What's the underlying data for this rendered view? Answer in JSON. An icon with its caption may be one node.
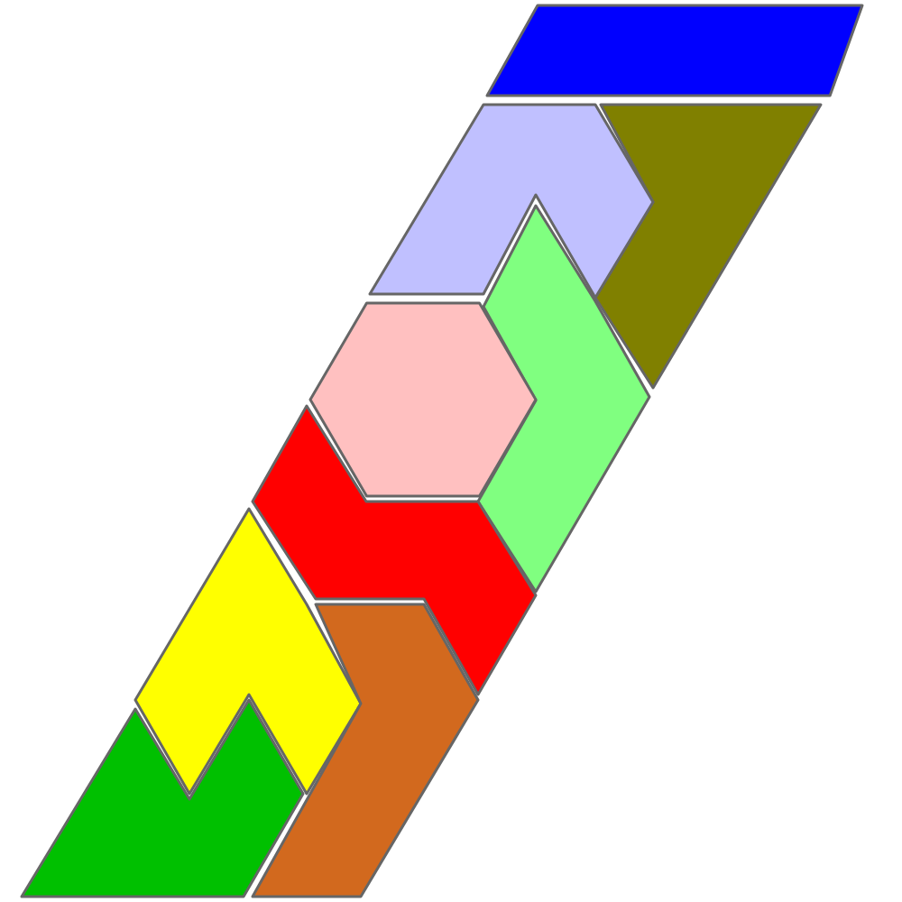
{
  "diagram": {
    "nodes": [
      {
        "text": [],
        "shape": "parallelogram"
      },
      {
        "text": [],
        "shape": "polygon"
      },
      {
        "text": [],
        "shape": "polygon"
      },
      {
        "text": [],
        "shape": "polygon"
      },
      {
        "text": [],
        "shape": "hexagon"
      },
      {
        "text": [],
        "shape": "polygon"
      },
      {
        "text": [],
        "shape": "polygon"
      },
      {
        "text": [],
        "shape": "polygon"
      },
      {
        "text": [],
        "shape": "polygon"
      }
    ]
  }
}
